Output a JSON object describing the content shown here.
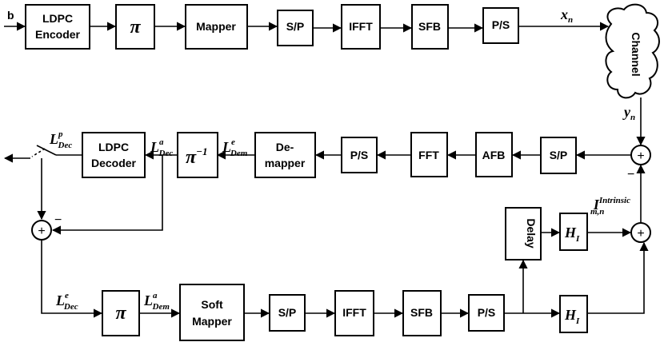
{
  "blocks": {
    "ldpc_encoder": [
      "LDPC",
      "Encoder"
    ],
    "interleaver_top": "π",
    "mapper": "Mapper",
    "sp_top": "S/P",
    "ifft_top": "IFFT",
    "sfb_top": "SFB",
    "ps_top": "P/S",
    "channel": "Channel",
    "sp_mid": "S/P",
    "afb": "AFB",
    "fft": "FFT",
    "ps_mid": "P/S",
    "demapper": [
      "De-",
      "mapper"
    ],
    "deinterleaver": "π",
    "deinterleaver_sup": "−1",
    "ldpc_decoder": [
      "LDPC",
      "Decoder"
    ],
    "delay": "Delay",
    "hi_upper": "H",
    "hi_lower": "H",
    "hi_sub": "I",
    "interleaver_bottom": "π",
    "soft_mapper": [
      "Soft",
      "Mapper"
    ],
    "sp_bottom": "S/P",
    "ifft_bottom": "IFFT",
    "sfb_bottom": "SFB",
    "ps_bottom": "P/S"
  },
  "signals": {
    "input": "b",
    "xn": "x",
    "xn_sub": "n",
    "yn": "y",
    "yn_sub": "n",
    "l_dec_p": "L",
    "l_dec_p_sup": "p",
    "l_dec_p_sub": "Dec",
    "l_dec_a": "L",
    "l_dec_a_sup": "a",
    "l_dec_a_sub": "Dec",
    "l_dem_e": "L",
    "l_dem_e_sup": "e",
    "l_dem_e_sub": "Dem",
    "l_dec_e": "L",
    "l_dec_e_sup": "e",
    "l_dec_e_sub": "Dec",
    "l_dem_a": "L",
    "l_dem_a_sup": "a",
    "l_dem_a_sub": "Dem",
    "i_intrinsic": "I",
    "i_intrinsic_sup": "Intrinsic",
    "i_intrinsic_sub": "m,n"
  },
  "operators": {
    "plus": "+",
    "minus": "−"
  }
}
